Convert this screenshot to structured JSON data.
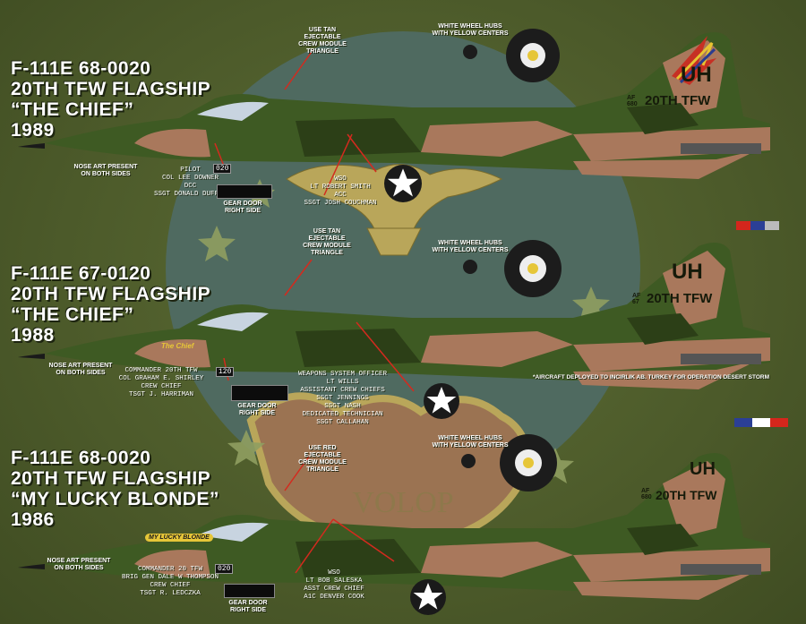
{
  "colors": {
    "background": "#4c5a2a",
    "camo_green": "#3e5a23",
    "camo_dark": "#2c3f17",
    "camo_tan": "#a9785c",
    "insignia_bg": "#4f6a60",
    "eagle_gold": "#b9a65a",
    "arrow_red": "#d42a1e",
    "text_white": "#ffffff"
  },
  "background_art": {
    "emblem_text": "VOLOP"
  },
  "aircraft": [
    {
      "title_lines": [
        "F-111E 68-0020",
        "20TH TFW FLAGSHIP",
        "“THE CHIEF”",
        "1989"
      ],
      "tail": {
        "code": "UH",
        "af": "AF",
        "serial": "680",
        "wing": "20TH TFW"
      },
      "ejectable": [
        "USE TAN",
        "EJECTABLE",
        "CREW MODULE",
        "TRIANGLE"
      ],
      "wheel": [
        "WHITE WHEEL HUBS",
        "WITH YELLOW CENTERS"
      ],
      "nose_art": [
        "NOSE ART PRESENT",
        "ON BOTH SIDES"
      ],
      "pilot": [
        "PILOT",
        "COL LEE DOWNER",
        "DCC",
        "SSGT DONALD DUFFIE"
      ],
      "wso": [
        "WSO",
        "LT ROBERT SMITH",
        "ACC",
        "SSGT JOSH COUCHMAN"
      ],
      "gear_door": [
        "GEAR DOOR",
        "RIGHT SIDE"
      ],
      "num": "020"
    },
    {
      "title_lines": [
        "F-111E 67-0120",
        "20TH TFW FLAGSHIP",
        "“THE CHIEF”",
        "1988"
      ],
      "tail": {
        "code": "UH",
        "af": "AF",
        "serial": "67",
        "wing": "20TH TFW"
      },
      "ejectable": [
        "USE TAN",
        "EJECTABLE",
        "CREW MODULE",
        "TRIANGLE"
      ],
      "wheel": [
        "WHITE WHEEL HUBS",
        "WITH YELLOW CENTERS"
      ],
      "nose_art": [
        "NOSE ART PRESENT",
        "ON BOTH SIDES"
      ],
      "nose_name": "The Chief",
      "pilot": [
        "COMMANDER 20TH TFW",
        "COL GRAHAM E. SHIRLEY",
        "CREW CHIEF",
        "TSGT J. HARRIMAN"
      ],
      "wso": [
        "WEAPONS SYSTEM OFFICER",
        "LT WILLS",
        "ASSISTANT CREW CHIEFS",
        "SSGT JENNINGS",
        "SSGT NASH",
        "DEDICATED TECHNICIAN",
        "SSGT CALLAHAN"
      ],
      "gear_door": [
        "GEAR DOOR",
        "RIGHT SIDE"
      ],
      "num": "120",
      "deploy_note": "*AIRCRAFT DEPLOYED TO INCIRLIK AB. TURKEY FOR OPERATION DESERT STORM"
    },
    {
      "title_lines": [
        "F-111E 68-0020",
        "20TH TFW FLAGSHIP",
        "“MY LUCKY BLONDE”",
        "1986"
      ],
      "tail": {
        "code": "UH",
        "af": "AF",
        "serial": "680",
        "wing": "20TH TFW"
      },
      "ejectable": [
        "USE RED",
        "EJECTABLE",
        "CREW MODULE",
        "TRIANGLE"
      ],
      "wheel": [
        "WHITE WHEEL HUBS",
        "WITH YELLOW CENTERS"
      ],
      "nose_art": [
        "NOSE ART PRESENT",
        "ON BOTH SIDES"
      ],
      "nose_name": "MY LUCKY BLONDE",
      "pilot": [
        "COMMANDER 20 TFW",
        "BRIG GEN DALE W THOMPSON",
        "CREW CHIEF",
        "TSGT R. LEDCZKA"
      ],
      "wso": [
        "WSO",
        "LT BOB SALESKA",
        "ASST CREW CHIEF",
        "A1C DENVER COOK"
      ],
      "gear_door": [
        "GEAR DOOR",
        "RIGHT SIDE"
      ],
      "num": "020"
    }
  ]
}
